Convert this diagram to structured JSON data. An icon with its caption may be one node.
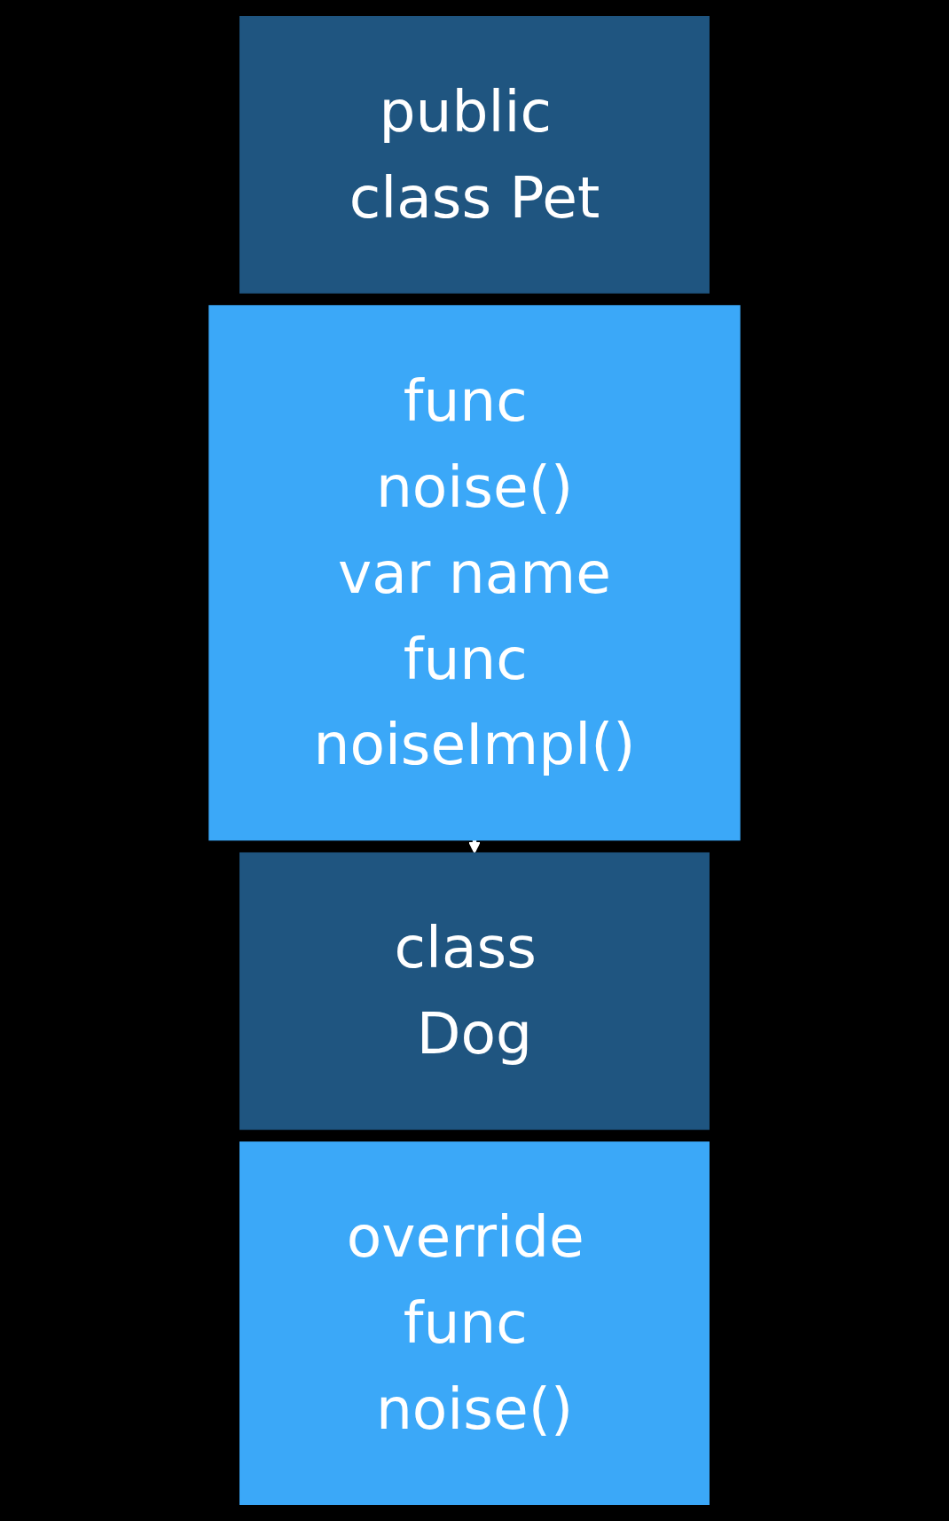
{
  "diagram": {
    "nodes": [
      {
        "text": [
          "public class Pet"
        ]
      },
      {
        "text": [
          "func noise()",
          "var name",
          "func noiseImpl()"
        ]
      },
      {
        "text": [
          "class Dog"
        ]
      },
      {
        "text": [
          "override func noise()"
        ]
      }
    ],
    "edges": [
      {
        "from": 1,
        "to": 2,
        "arrow": "to"
      }
    ]
  }
}
